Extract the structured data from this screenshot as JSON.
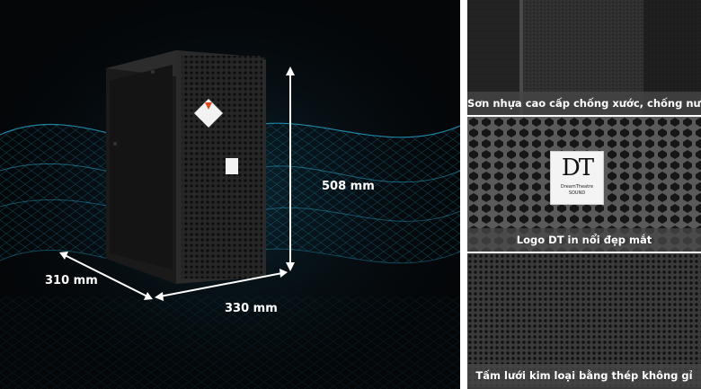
{
  "dimensions": {
    "height_label": "508 mm",
    "depth_label": "310 mm",
    "width_label": "330 mm"
  },
  "features": [
    {
      "caption": "Sơn nhựa cao cấp chống xước, chống nước"
    },
    {
      "caption": "Logo DT in nổi đẹp mắt"
    },
    {
      "caption": "Tấm lưới kim loại bằng thép không gỉ"
    }
  ],
  "logo": {
    "mark": "DT",
    "subtitle_line1": "DreamTheatre",
    "subtitle_line2": "SOUND"
  },
  "colors": {
    "background": "#040608",
    "wave": "#1c8fb4",
    "caption_bg": "#464646"
  }
}
